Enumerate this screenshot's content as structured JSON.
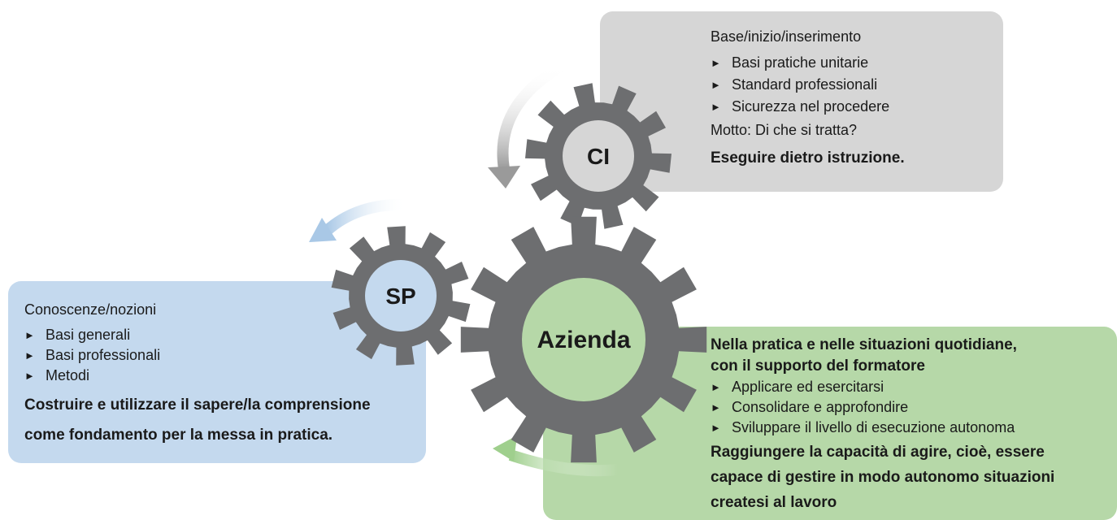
{
  "gears": {
    "ci": {
      "label": "CI",
      "fill": "#d6d6d6"
    },
    "sp": {
      "label": "SP",
      "fill": "#c4d9ee"
    },
    "azienda": {
      "label": "Azienda",
      "fill": "#b6d8a8"
    },
    "gear_color": "#6d6e70"
  },
  "ci_panel": {
    "heading": "Base/inizio/inserimento",
    "items": [
      "Basi pratiche unitarie",
      "Standard professionali",
      "Sicurezza nel procedere"
    ],
    "motto": "Motto: Di che si tratta?",
    "bold": "Eseguire dietro istruzione."
  },
  "sp_panel": {
    "heading": "Conoscenze/nozioni",
    "items": [
      "Basi generali",
      "Basi professionali",
      "Metodi"
    ],
    "bold_lines": [
      "Costruire e utilizzare il sapere/la comprensione",
      "come fondamento per la messa in pratica."
    ]
  },
  "azienda_panel": {
    "heading_lines": [
      "Nella pratica e nelle situazioni quotidiane,",
      "con il supporto del formatore"
    ],
    "items": [
      "Applicare ed esercitarsi",
      "Consolidare e approfondire",
      "Sviluppare il livello di esecuzione autonoma"
    ],
    "bold_lines": [
      "Raggiungere la capacità di agire, cioè, essere",
      "capace di gestire in modo autonomo situazioni",
      "createsi al lavoro"
    ]
  },
  "bullet_glyph": "►"
}
